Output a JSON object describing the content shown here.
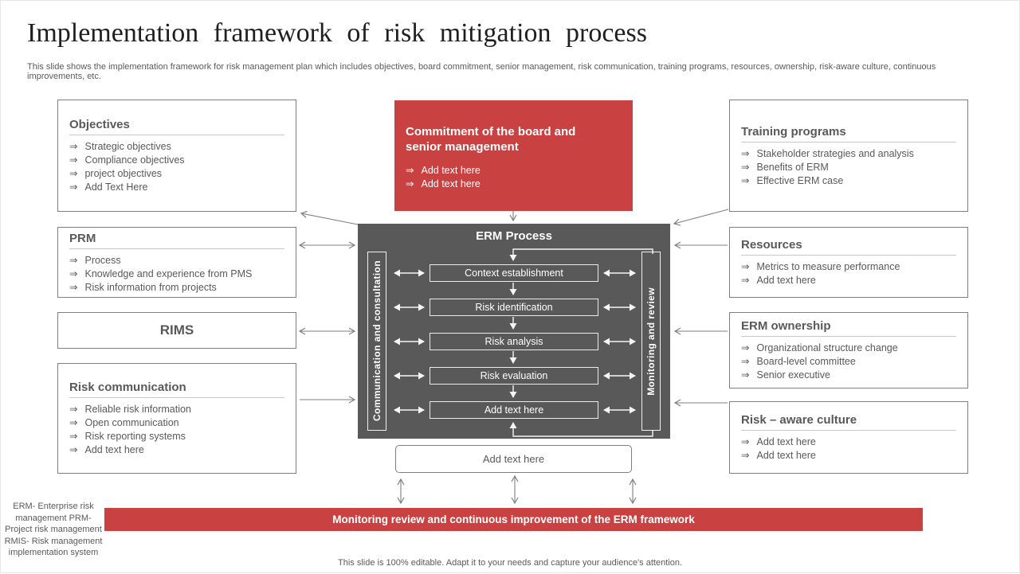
{
  "slide": {
    "title": "Implementation framework of risk mitigation process",
    "subtitle": "This slide shows the implementation framework for risk management plan which includes objectives, board commitment, senior management, risk communication, training programs, resources, ownership, risk-aware culture, continuous improvements, etc.",
    "footnote": "ERM- Enterprise risk management PRM- Project risk management RMIS- Risk management implementation system",
    "footer": "This slide is 100% editable. Adapt it to your needs and capture your audience's attention."
  },
  "icons": {
    "bullet": "⇒"
  },
  "colors": {
    "accent_red": "#C94140",
    "dark_gray": "#595959",
    "border_gray": "#7F7F7F",
    "text_gray": "#595959"
  },
  "cards": {
    "objectives": {
      "title": "Objectives",
      "items": [
        "Strategic objectives",
        "Compliance objectives",
        "project objectives",
        "Add Text Here"
      ]
    },
    "prm": {
      "title": "PRM",
      "items": [
        "Process",
        "Knowledge and experience from PMS",
        "Risk information from projects"
      ]
    },
    "rims": {
      "title": "RIMS"
    },
    "risk_communication": {
      "title": "Risk communication",
      "items": [
        "Reliable risk information",
        "Open communication",
        "Risk reporting systems",
        "Add text here"
      ]
    },
    "training_programs": {
      "title": "Training programs",
      "items": [
        "Stakeholder strategies and analysis",
        "Benefits of ERM",
        "Effective ERM case"
      ]
    },
    "resources": {
      "title": "Resources",
      "items": [
        "Metrics to measure performance",
        "Add text here"
      ]
    },
    "erm_ownership": {
      "title": "ERM ownership",
      "items": [
        "Organizational structure change",
        "Board-level committee",
        "Senior executive"
      ]
    },
    "risk_aware_culture": {
      "title": "Risk – aware culture",
      "items": [
        "Add text here",
        "Add text here"
      ]
    }
  },
  "commitment": {
    "title": "Commitment of the board and senior management",
    "items": [
      "Add text here",
      "Add text here"
    ]
  },
  "erm_process": {
    "title": "ERM Process",
    "left_bar": "Communication and consultation",
    "right_bar": "Monitoring and review",
    "stages": [
      "Context establishment",
      "Risk identification",
      "Risk analysis",
      "Risk evaluation",
      "Add text here"
    ]
  },
  "bottom": {
    "add_text_box": "Add text here",
    "banner": "Monitoring review and continuous improvement of the ERM framework"
  }
}
